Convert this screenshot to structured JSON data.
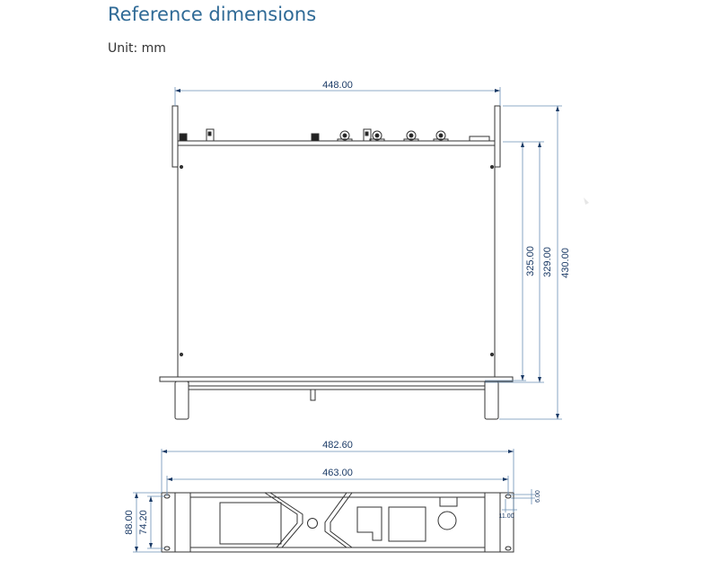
{
  "header": {
    "title": "Reference dimensions",
    "unit_label": "Unit: mm"
  },
  "top_view": {
    "width_label": "448.00",
    "depth_labels": [
      "325.00",
      "329.00",
      "430.00"
    ]
  },
  "front_view": {
    "overall_width_label": "482.60",
    "inner_width_label": "463.00",
    "height_labels": [
      "88.00",
      "74.20"
    ],
    "hole_labels": [
      "6.00",
      "11.00"
    ]
  },
  "colors": {
    "accent": "#2f6a96",
    "line": "#333333",
    "dimension": "#1a3a66"
  }
}
